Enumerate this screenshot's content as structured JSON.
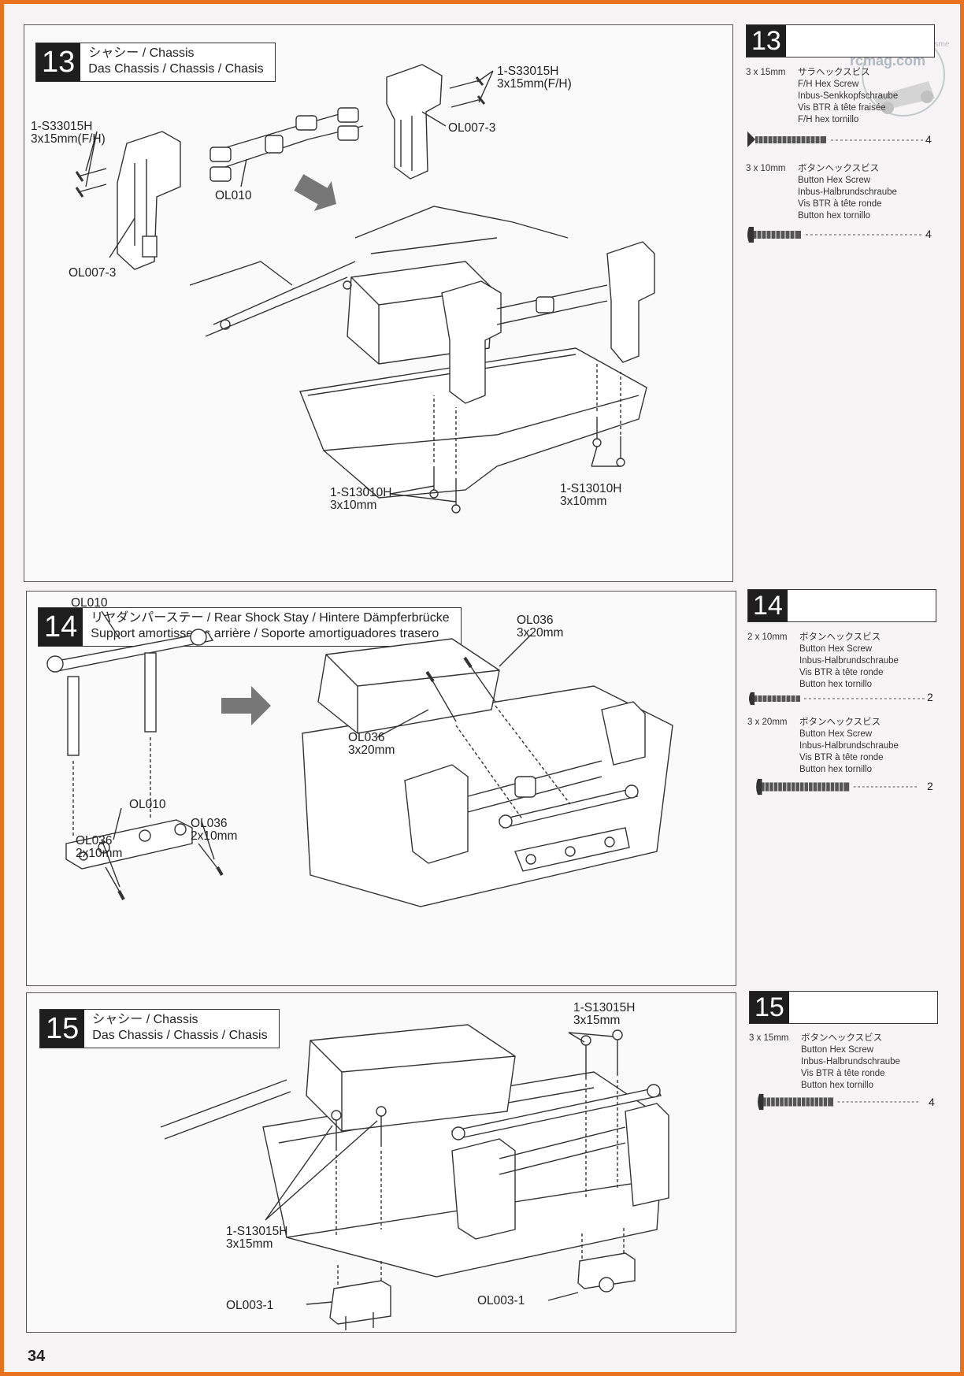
{
  "page_number": "34",
  "step13": {
    "number": "13",
    "title_line1": "シャシー  / Chassis",
    "title_line2": "Das Chassis / Chassis / Chasis",
    "labels": {
      "screw_top_code": "1-S33015H",
      "screw_top_size": "3x15mm(F/H)",
      "screw_left_code": "1-S33015H",
      "screw_left_size": "3x15mm(F/H)",
      "ol007_right": "OL007-3",
      "ol010": "OL010",
      "ol007_left": "OL007-3",
      "bottom_left_code": "1-S13010H",
      "bottom_left_size": "3x10mm",
      "bottom_right_code": "1-S13010H",
      "bottom_right_size": "3x10mm"
    },
    "side": {
      "number": "13",
      "items": [
        {
          "size": "3 x 15mm",
          "jp": "サラヘックスビス",
          "en": "F/H Hex Screw",
          "de": "Inbus-Senkkopfschraube",
          "fr": "Vis BTR à tête fraisée",
          "es": "F/H hex tornillo",
          "qty": "4"
        },
        {
          "size": "3 x 10mm",
          "jp": "ボタンヘックスビス",
          "en": "Button Hex Screw",
          "de": "Inbus-Halbrundschraube",
          "fr": "Vis BTR à tête ronde",
          "es": "Button hex tornillo",
          "qty": "4"
        }
      ]
    }
  },
  "step14": {
    "number": "14",
    "title_line1": "リヤダンパーステー  / Rear Shock Stay / Hintere Dämpferbrücke",
    "title_line2": "Support amortisseurs arrière / Soporte amortiguadores trasero",
    "labels": {
      "ol010_top": "OL010",
      "ol010_bottom": "OL010",
      "ol036_right_code": "OL036",
      "ol036_right_size": "2x10mm",
      "ol036_left_code": "OL036",
      "ol036_left_size": "2x10mm",
      "ol036_top_code": "OL036",
      "ol036_top_size": "3x20mm",
      "ol036_mid_code": "OL036",
      "ol036_mid_size": "3x20mm"
    },
    "side": {
      "number": "14",
      "items": [
        {
          "size": "2 x 10mm",
          "jp": "ボタンヘックスビス",
          "en": "Button Hex Screw",
          "de": "Inbus-Halbrundschraube",
          "fr": "Vis BTR à tête ronde",
          "es": "Button hex tornillo",
          "qty": "2"
        },
        {
          "size": "3 x 20mm",
          "jp": "ボタンヘックスビス",
          "en": "Button Hex Screw",
          "de": "Inbus-Halbrundschraube",
          "fr": "Vis BTR à tête ronde",
          "es": "Button hex tornillo",
          "qty": "2"
        }
      ]
    }
  },
  "step15": {
    "number": "15",
    "title_line1": "シャシー  / Chassis",
    "title_line2": "Das Chassis / Chassis / Chasis",
    "labels": {
      "top_code": "1-S13015H",
      "top_size": "3x15mm",
      "left_code": "1-S13015H",
      "left_size": "3x15mm",
      "ol003_left": "OL003-1",
      "ol003_right": "OL003-1"
    },
    "side": {
      "number": "15",
      "items": [
        {
          "size": "3 x 15mm",
          "jp": "ボタンヘックスビス",
          "en": "Button Hex Screw",
          "de": "Inbus-Halbrundschraube",
          "fr": "Vis BTR à tête ronde",
          "es": "Button hex tornillo",
          "qty": "4"
        }
      ]
    }
  },
  "watermark": {
    "line1": "magazine du modelisme",
    "line2": "rcmag.com"
  }
}
